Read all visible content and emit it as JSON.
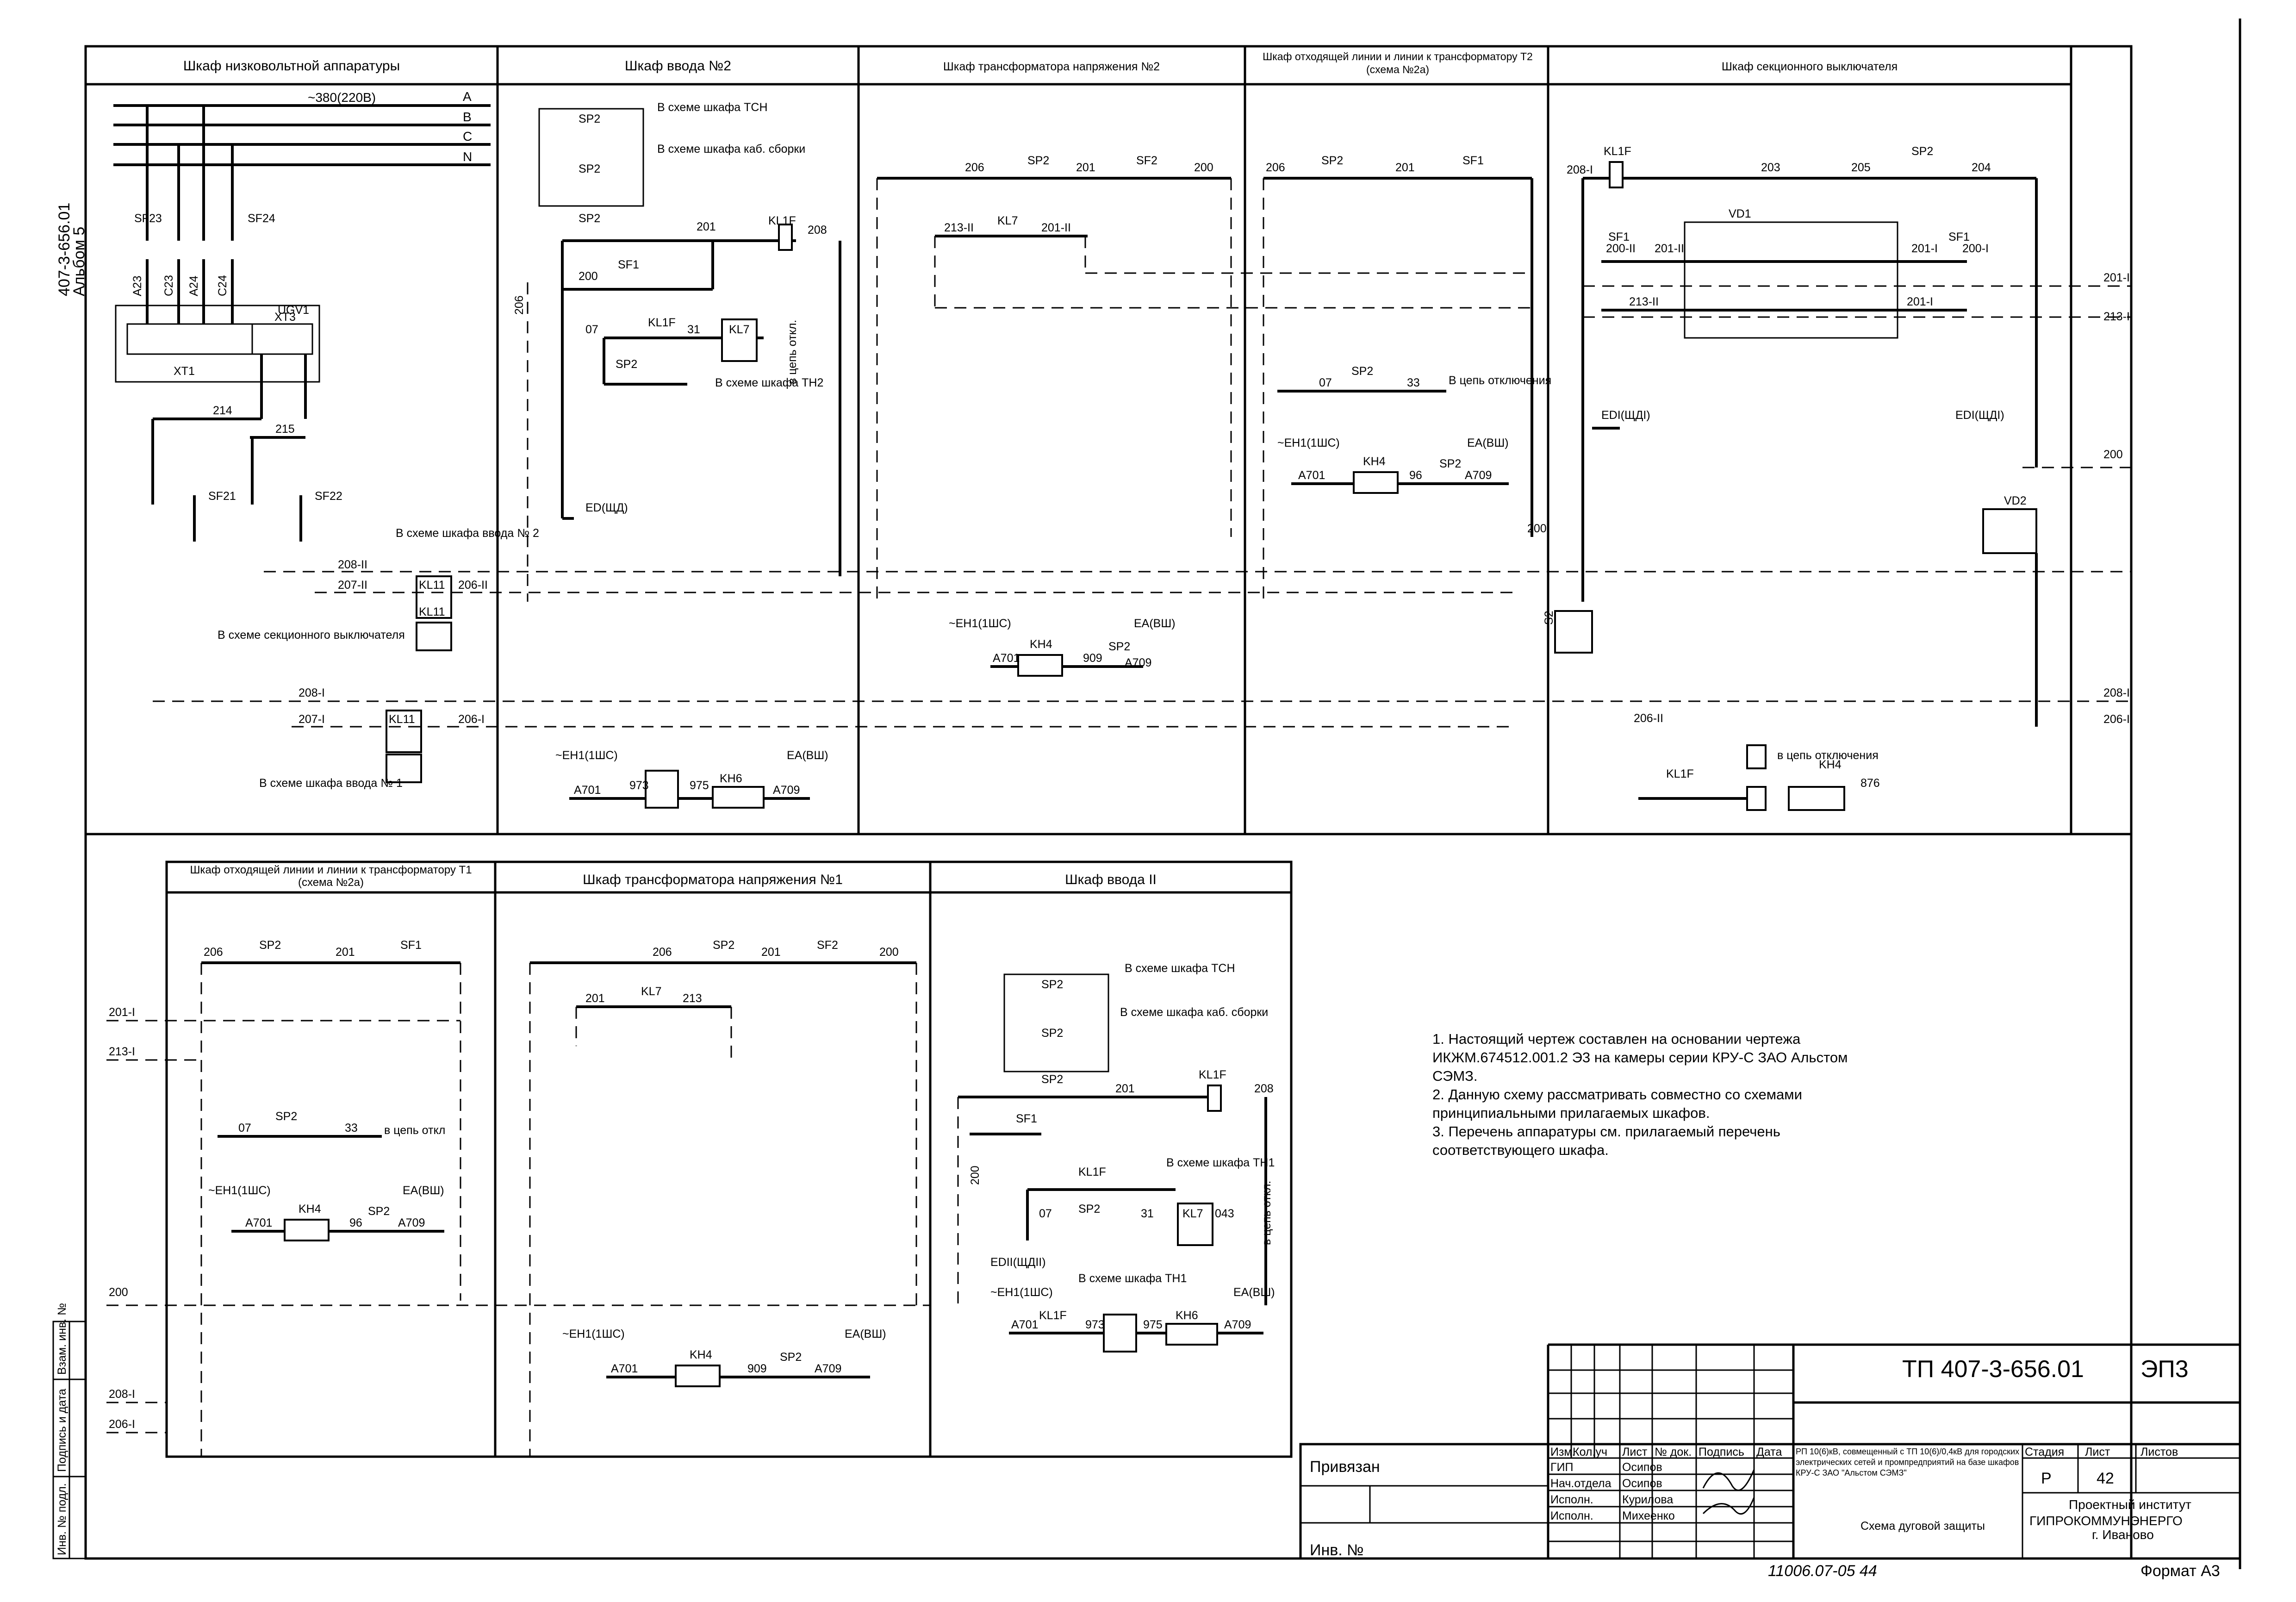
{
  "side_label": {
    "line1": "407-3-656.01",
    "line2": "Альбом 5"
  },
  "sections_top": [
    "Шкаф низковольтной аппаратуры",
    "Шкаф ввода №2",
    "Шкаф трансформатора напряжения №2",
    "Шкаф отходящей линии и линии к трансформатору Т2 (схема №2а)",
    "Шкаф секционного выключателя"
  ],
  "sections_bottom": [
    "Шкаф отходящей линии и линии к трансформатору Т1 (схема №2а)",
    "Шкаф трансформатора напряжения №1",
    "Шкаф ввода II"
  ],
  "bus": {
    "voltage": "~380(220В)",
    "phases": [
      "A",
      "B",
      "C",
      "N"
    ]
  },
  "lv": {
    "labels": [
      "SF23",
      "SF24",
      "UGV1",
      "XT3",
      "XT1",
      "SF21",
      "SF22",
      "A23",
      "C23",
      "A24",
      "C24"
    ],
    "wires": [
      "214",
      "215",
      "208-II",
      "207-II",
      "206-II",
      "208-I",
      "207-I",
      "206-I"
    ],
    "refs": [
      "В схеме шкафа ввода № 2",
      "В схеме секционного выключателя",
      "В схеме шкафа ввода № 1"
    ],
    "relays": [
      "KL11",
      "KL11",
      "KL11"
    ]
  },
  "input2": {
    "refs": [
      "В схеме шкафа ТСН",
      "В схеме шкафа каб. сборки",
      "В схеме шкафа ТН2"
    ],
    "labels": [
      "SP2",
      "SP2",
      "SP2",
      "SF1",
      "KL1F",
      "KL7",
      "SP2",
      "ED(ЩД)",
      "KH6",
      "~ЕН1(1ШС)",
      "ЕА(ВШ)"
    ],
    "wires": [
      "201",
      "208",
      "200",
      "07",
      "31",
      "206",
      "973",
      "975",
      "A701",
      "A709"
    ],
    "out": "в цепь откл."
  },
  "tn2": {
    "labels": [
      "SP2",
      "SF2",
      "KL7",
      "KH4",
      "SP2",
      "~ЕН1(1ШС)",
      "ЕА(ВШ)"
    ],
    "wires": [
      "206",
      "201",
      "200",
      "213-II",
      "201-II",
      "909",
      "A701",
      "A709"
    ]
  },
  "line2": {
    "labels": [
      "SP2",
      "SF1",
      "SP2",
      "KH4",
      "SP2",
      "~ЕН1(1ШС)",
      "ЕА(ВШ)"
    ],
    "wires": [
      "206",
      "201",
      "07",
      "33",
      "96",
      "200",
      "A701",
      "A709"
    ],
    "out": "В цепь отключения"
  },
  "sect": {
    "labels": [
      "KL1F",
      "SP2",
      "SF1",
      "SF1",
      "VD1",
      "VD2",
      "EDI(ЩДI)",
      "EDI(ЩДI)",
      "S2",
      "KH4",
      "KL1F"
    ],
    "wires": [
      "208-I",
      "203",
      "205",
      "204",
      "200-II",
      "201-II",
      "201-I",
      "200-I",
      "213-II",
      "213-I",
      "200",
      "208-II",
      "206-II",
      "876"
    ],
    "out": "в цепь отключения"
  },
  "line1": {
    "labels": [
      "SP2",
      "SF1",
      "SP2",
      "KH4",
      "SP2",
      "~ЕН1(1ШС)",
      "ЕА(ВШ)"
    ],
    "wires": [
      "206",
      "201",
      "201-I",
      "213-I",
      "07",
      "33",
      "200",
      "208-I",
      "206-I",
      "A701",
      "A709",
      "96"
    ],
    "out": "в цепь откл"
  },
  "tn1": {
    "labels": [
      "SP2",
      "SF2",
      "KL7",
      "KH4",
      "SP2",
      "~ЕН1(1ШС)",
      "ЕА(ВШ)"
    ],
    "wires": [
      "206",
      "201",
      "200",
      "201",
      "213",
      "909",
      "A701",
      "A709"
    ]
  },
  "input1": {
    "refs": [
      "В схеме шкафа ТСН",
      "В схеме шкафа каб. сборки",
      "В схеме шкафа ТН1",
      "В схеме шкафа ТН1"
    ],
    "labels": [
      "SP2",
      "SP2",
      "SP2",
      "SF1",
      "KL1F",
      "KL1F",
      "SP2",
      "KL7",
      "EDII(ЩДII)",
      "~ЕН1(1ШС)",
      "KH6",
      "ЕА(ВШ)"
    ],
    "wires": [
      "201",
      "208",
      "200",
      "07",
      "31",
      "043",
      "973",
      "975",
      "A701",
      "A709"
    ],
    "out": "в цепь откл."
  },
  "notes": [
    "1. Настоящий чертеж составлен на основании чертежа ИКЖМ.674512.001.2 Э3 на камеры серии КРУ-С ЗАО Альстом СЭМЗ.",
    "2. Данную схему рассматривать совместно со схемами принципиальными прилагаемых шкафов.",
    "3. Перечень аппаратуры см. прилагаемый перечень соответствующего шкафа."
  ],
  "title_block": {
    "code": "ТП 407-3-656.01",
    "sheet_type": "ЭП3",
    "header_cols": [
      "Изм.",
      "Кол.уч",
      "Лист",
      "№ док.",
      "Подпись",
      "Дата"
    ],
    "roles": [
      "ГИП",
      "Нач.отдела",
      "Исполн.",
      "Исполн."
    ],
    "names": [
      "Осипов",
      "Осипов",
      "Курилова",
      "Михеенко"
    ],
    "project_desc": "РП 10(6)кВ, совмещенный с ТП 10(6)/0,4кВ для городских электрических сетей и промпредприятий на базе шкафов КРУ-С ЗАО \"Альстом СЭМЗ\"",
    "drawing_title": "Схема дуговой защиты",
    "stage_label": "Стадия",
    "sheet_label": "Лист",
    "sheets_label": "Листов",
    "stage": "Р",
    "sheet": "42",
    "sheets": "",
    "org": [
      "Проектный институт",
      "ГИПРОКОММУНЭНЕРГО",
      "г. Иваново"
    ],
    "tied": "Привязан",
    "inv": "Инв. №",
    "format": "Формат А3",
    "handwritten": "11006.07-05  44"
  },
  "left_stamps": [
    "Взам. инв. №",
    "Подпись и дата",
    "Инв. № подл."
  ]
}
